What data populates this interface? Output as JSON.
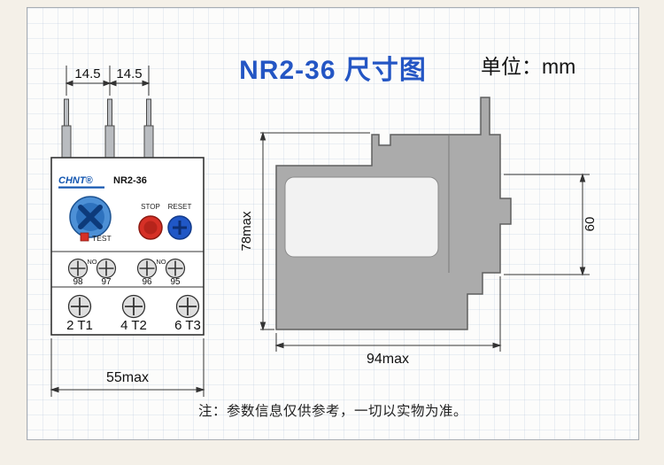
{
  "header": {
    "title": "NR2-36 尺寸图",
    "unit": "单位：mm"
  },
  "front_view": {
    "brand": "CHNT®",
    "model": "NR2-36",
    "stop_label": "STOP",
    "reset_label": "RESET",
    "test_label": "TEST",
    "no_left": "NO",
    "no_right": "NO",
    "aux_terminals": [
      "98",
      "97",
      "96",
      "95"
    ],
    "main_terminals": [
      "2 T1",
      "4 T2",
      "6 T3"
    ]
  },
  "dimensions": {
    "pin_pitch_left": "14.5",
    "pin_pitch_right": "14.5",
    "front_width": "55max",
    "total_height": "78max",
    "total_depth": "94max",
    "block_height": "60"
  },
  "footer": {
    "note": "注：参数信息仅供参考，一切以实物为准。"
  },
  "colors": {
    "title_blue": "#2456c4",
    "brand_blue": "#1356b0",
    "button_red": "#d63026",
    "button_blue": "#2057c6",
    "dial_blue": "#2e72be",
    "side_body_gray": "#ababab"
  }
}
